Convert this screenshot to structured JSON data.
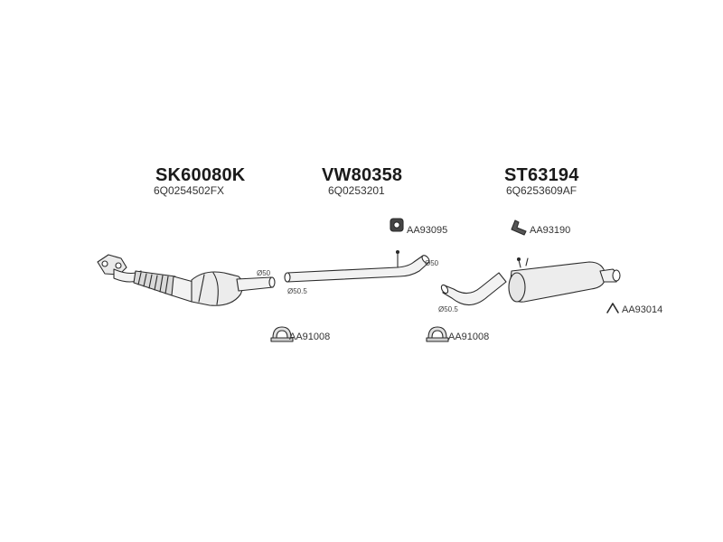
{
  "sections": [
    {
      "code": "SK60080K",
      "oe": "6Q0254502FX"
    },
    {
      "code": "VW80358",
      "oe": "6Q0253201"
    },
    {
      "code": "ST63194",
      "oe": "6Q6253609AF"
    }
  ],
  "parts": {
    "clamp_1": "AA91008",
    "clamp_2": "AA91008",
    "mount_1": "AA93095",
    "mount_2": "AA93190",
    "mount_3": "AA93014"
  },
  "diameters": {
    "cat_outlet": "Ø50",
    "mid_inlet": "Ø50.5",
    "mid_outlet": "Ø50",
    "rear_inlet": "Ø50.5"
  },
  "colors": {
    "pipe_fill": "#f2f2f2",
    "outline": "#2a2a2a",
    "shade": "#cfcfcf"
  }
}
